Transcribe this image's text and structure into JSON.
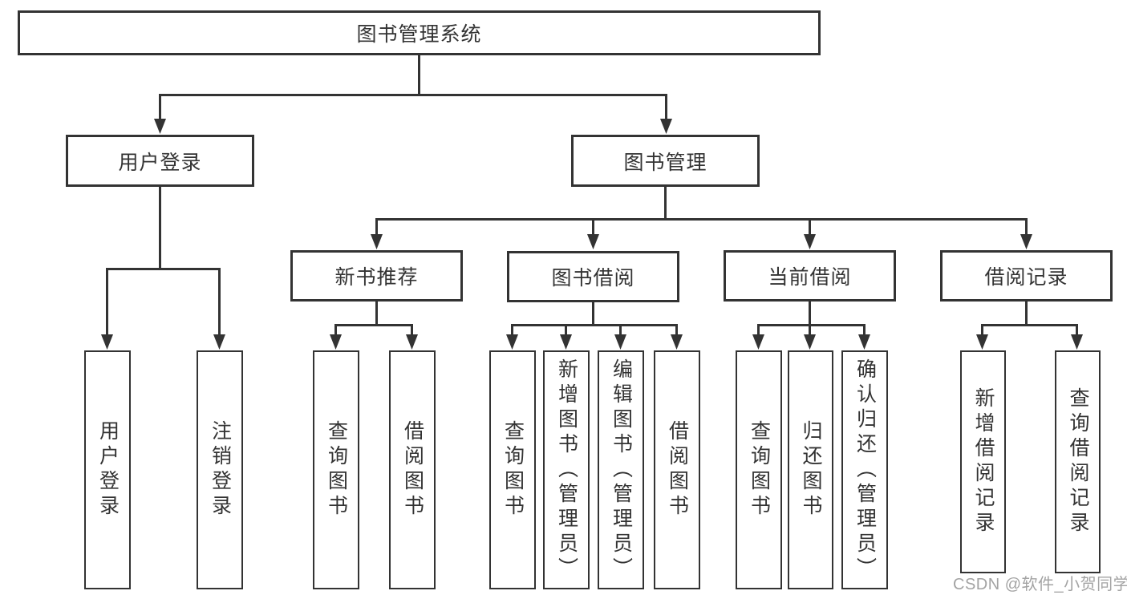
{
  "diagram": {
    "root": {
      "label": "图书管理系统"
    },
    "level2": [
      {
        "label": "用户登录"
      },
      {
        "label": "图书管理"
      }
    ],
    "level3": [
      {
        "label": "新书推荐"
      },
      {
        "label": "图书借阅"
      },
      {
        "label": "当前借阅"
      },
      {
        "label": "借阅记录"
      }
    ],
    "leaves": {
      "user_login": [
        {
          "label": "用户登录"
        },
        {
          "label": "注销登录"
        }
      ],
      "new_book": [
        {
          "label": "查询图书"
        },
        {
          "label": "借阅图书"
        }
      ],
      "book_borrow": [
        {
          "label": "查询图书"
        },
        {
          "label": "新增图书（管理员）"
        },
        {
          "label": "编辑图书（管理员）"
        },
        {
          "label": "借阅图书"
        }
      ],
      "current_borrow": [
        {
          "label": "查询图书"
        },
        {
          "label": "归还图书"
        },
        {
          "label": "确认归还（管理员）"
        }
      ],
      "borrow_records": [
        {
          "label": "新增借阅记录"
        },
        {
          "label": "查询借阅记录"
        }
      ]
    }
  },
  "watermark": {
    "text": "CSDN @软件_小贺同学"
  },
  "colors": {
    "line": "#333333",
    "text": "#333333",
    "watermark": "#a3a3a3",
    "background": "#ffffff"
  }
}
